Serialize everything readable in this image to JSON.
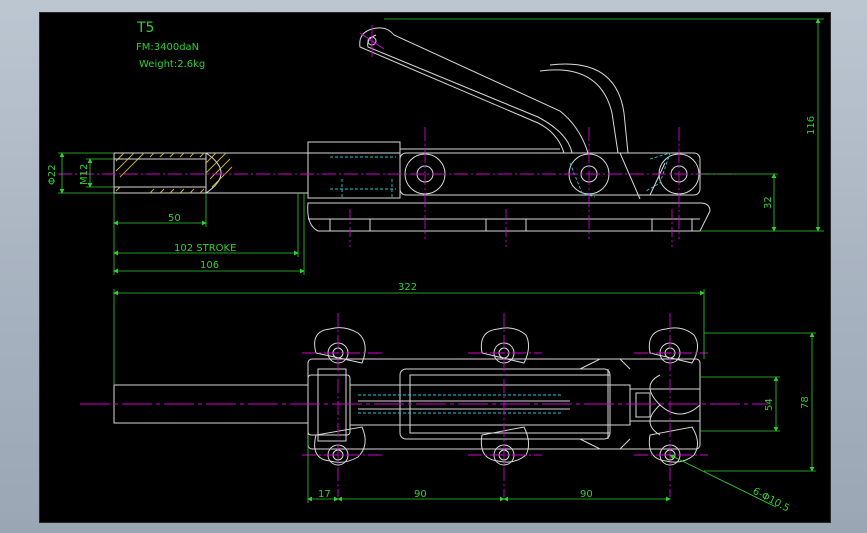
{
  "drawing": {
    "title": "T5",
    "force_label": "FM:3400daN",
    "weight_label": "Weight:2.6kg"
  },
  "dimensions": {
    "dia_22": "Φ22",
    "m12": "M12",
    "len_50": "50",
    "stroke_102": "102 STROKE",
    "len_106": "106",
    "height_116": "116",
    "height_32": "32",
    "len_322": "322",
    "width_54": "54",
    "width_78": "78",
    "len_17": "17",
    "pitch_90_a": "90",
    "pitch_90_b": "90",
    "holes": "6-Φ10.5"
  },
  "colors": {
    "background": "#000000",
    "outline": "#d8d8d8",
    "dimension": "#2fd02f",
    "centerline": "#d000d0",
    "hidden": "#20c8e0",
    "hatch": "#d6b820",
    "frame": "#a9b4c1"
  }
}
